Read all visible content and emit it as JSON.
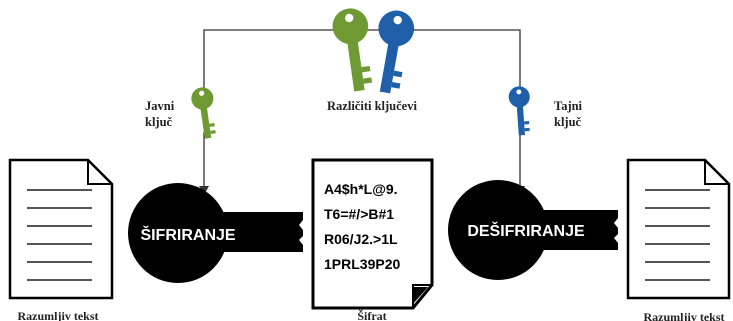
{
  "labels": {
    "public_key": [
      "Javni",
      "ključ"
    ],
    "different_keys": "Različiti ključevi",
    "private_key": [
      "Tajni",
      "ključ"
    ],
    "plaintext_left": "Razumljiv tekst",
    "plaintext_right": "Razumljiv tekst",
    "ciphertext_caption": "Šifrat"
  },
  "blocks": {
    "encrypt": "ŠIFRIRANJE",
    "decrypt": "DEŠIFRIRANJE"
  },
  "ciphertext_lines": [
    "A4$h*L@9.",
    "T6=#/>B#1",
    "R06/J2.>1L",
    "1PRL39P20"
  ],
  "colors": {
    "public_key": "#6f9a33",
    "private_key": "#1f5ea8",
    "block": "#000000",
    "line": "#333333"
  },
  "icons": [
    "document-icon",
    "key-icon"
  ]
}
